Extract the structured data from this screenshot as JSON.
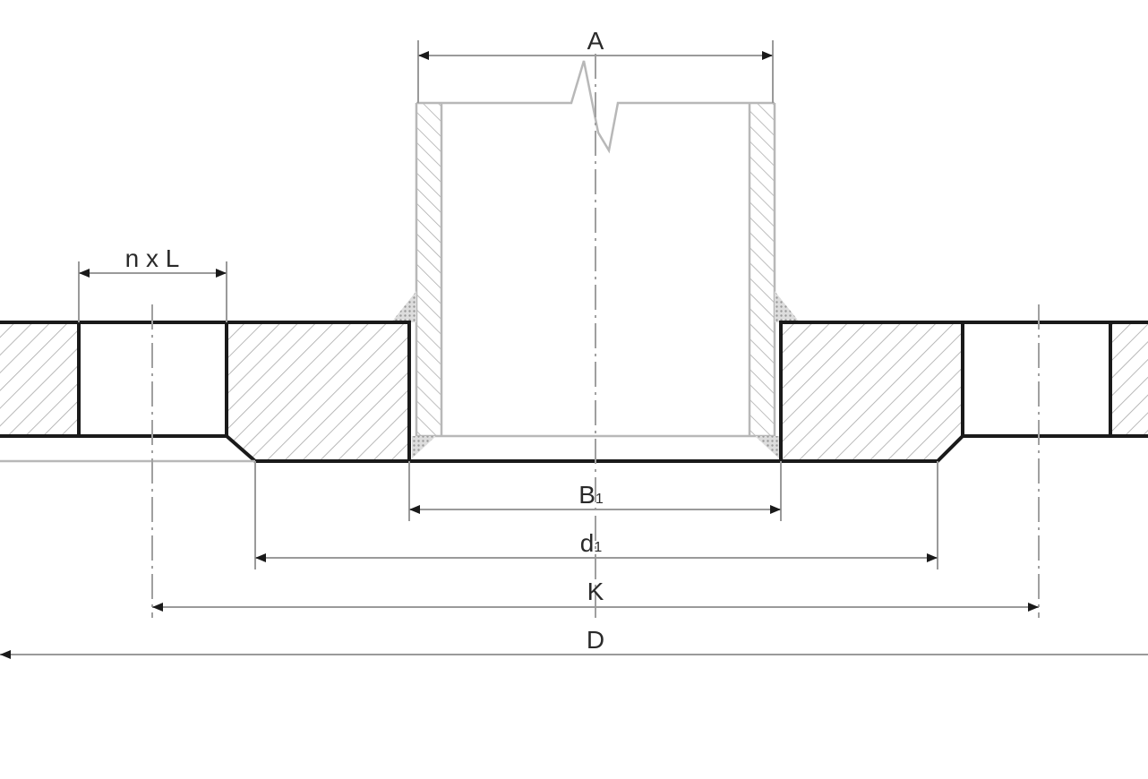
{
  "diagram": {
    "title": "Threaded flange dimension drawing",
    "labels": {
      "A": "A",
      "nxL": "n x L",
      "B1_main": "B",
      "B1_sub": "1",
      "d1_main": "d",
      "d1_sub": "1",
      "K": "K",
      "D": "D"
    },
    "colors": {
      "outline": "#1a1a1a",
      "hatch": "#a8a8a8",
      "dimension": "#9a9a9a"
    }
  }
}
